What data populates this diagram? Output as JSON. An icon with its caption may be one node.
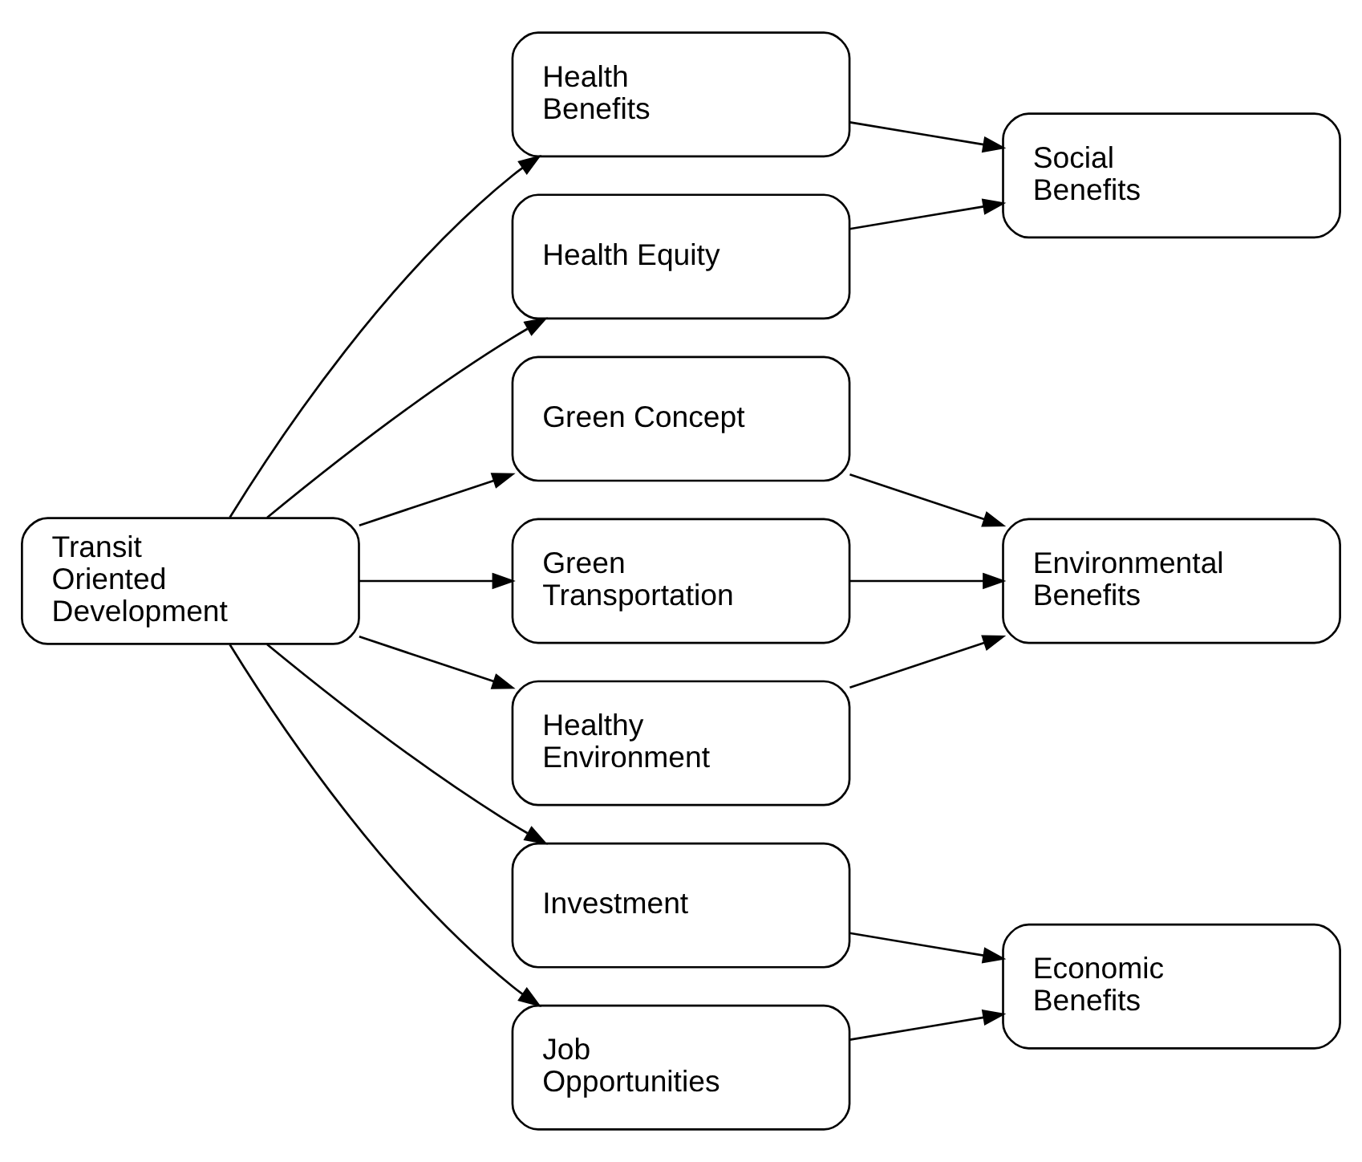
{
  "diagram": {
    "nodes": [
      {
        "text": [
          "Transit Oriented Development"
        ]
      },
      {
        "text": [
          "Health Benefits"
        ]
      },
      {
        "text": [
          "Health Equity"
        ]
      },
      {
        "text": [
          "Green Concept"
        ]
      },
      {
        "text": [
          "Green Transportation"
        ]
      },
      {
        "text": [
          "Healthy Environment"
        ]
      },
      {
        "text": [
          "Investment"
        ]
      },
      {
        "text": [
          "Job Opportunities"
        ]
      },
      {
        "text": [
          "Social Benefits"
        ]
      },
      {
        "text": [
          "Environmental Benefits"
        ]
      },
      {
        "text": [
          "Economic Benefits"
        ]
      }
    ],
    "edges": [
      {
        "from": 0,
        "to": 1,
        "arrow": "to"
      },
      {
        "from": 0,
        "to": 2,
        "arrow": "to"
      },
      {
        "from": 0,
        "to": 3,
        "arrow": "to"
      },
      {
        "from": 0,
        "to": 4,
        "arrow": "to"
      },
      {
        "from": 0,
        "to": 5,
        "arrow": "to"
      },
      {
        "from": 0,
        "to": 6,
        "arrow": "to"
      },
      {
        "from": 0,
        "to": 7,
        "arrow": "to"
      },
      {
        "from": 1,
        "to": 8,
        "arrow": "to"
      },
      {
        "from": 2,
        "to": 8,
        "arrow": "to"
      },
      {
        "from": 3,
        "to": 9,
        "arrow": "to"
      },
      {
        "from": 4,
        "to": 9,
        "arrow": "to"
      },
      {
        "from": 5,
        "to": 9,
        "arrow": "to"
      },
      {
        "from": 6,
        "to": 10,
        "arrow": "to"
      },
      {
        "from": 7,
        "to": 10,
        "arrow": "to"
      }
    ]
  }
}
